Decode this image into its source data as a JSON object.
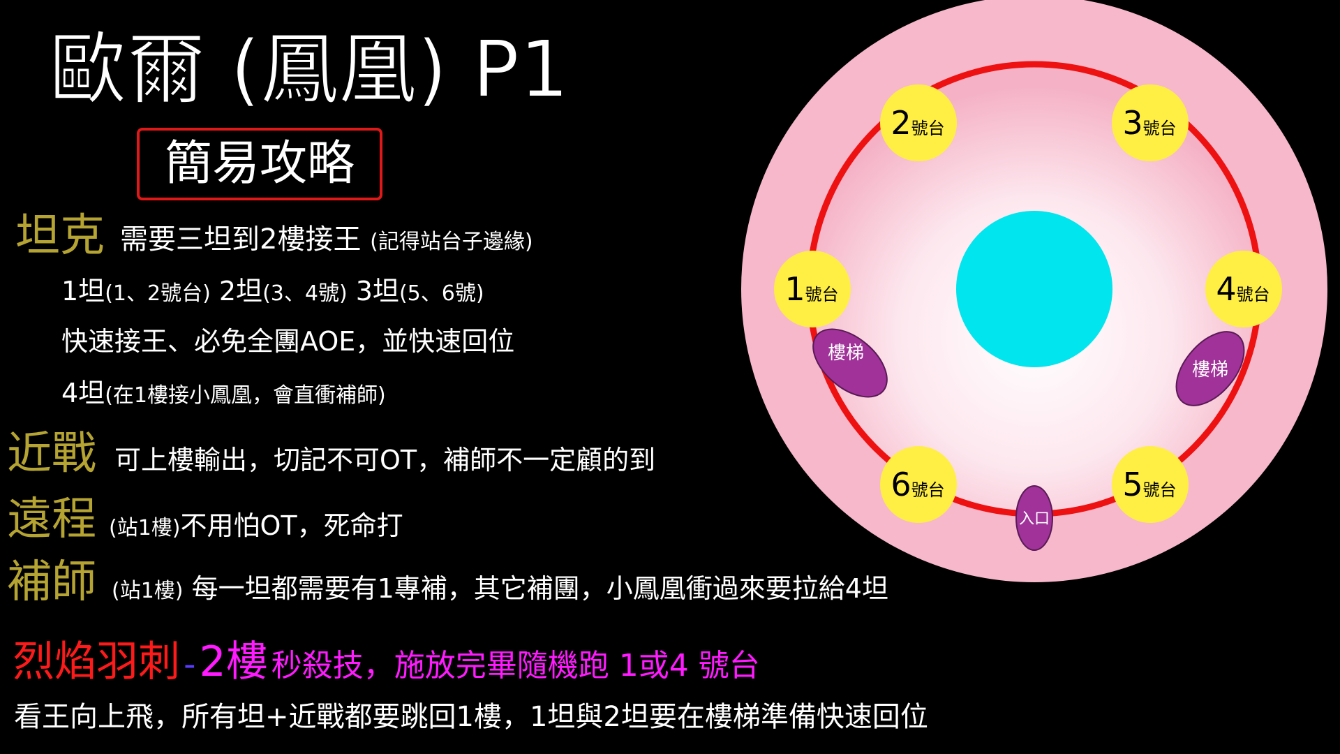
{
  "title": "歐爾 (鳳凰) P1",
  "subtitle": "簡易攻略",
  "tank": {
    "label": "坦克",
    "desc_main": "需要三坦到2樓接王",
    "desc_note": "(記得站台子邊緣)",
    "assign_1": "1坦",
    "assign_1_note": "(1、2號台)",
    "assign_2": "2坦",
    "assign_2_note": "(3、4號)",
    "assign_3": "3坦",
    "assign_3_note": "(5、6號)",
    "line2": "快速接王、必免全團AOE，並快速回位",
    "assign_4": "4坦",
    "assign_4_note": "(在1樓接小鳳凰，會直衝補師)"
  },
  "melee": {
    "label": "近戰",
    "desc": "可上樓輸出，切記不可OT，補師不一定顧的到"
  },
  "ranged": {
    "label": "遠程",
    "desc_note": "(站1樓)",
    "desc": "不用怕OT，死命打"
  },
  "healer": {
    "label": "補師",
    "desc_note": "(站1樓)",
    "desc": "每一坦都需要有1專補，其它補團，小鳳凰衝過來要拉給4坦"
  },
  "skill": {
    "name": "烈焰羽刺",
    "dash": "-",
    "floor": "2樓",
    "desc": "秒殺技，施放完畢隨機跑 1或4 號台",
    "followup": "看王向上飛，所有坦+近戰都要跳回1樓，1坦與2坦要在樓梯準備快速回位"
  },
  "map": {
    "platforms": [
      {
        "num": "1",
        "suffix": "號台"
      },
      {
        "num": "2",
        "suffix": "號台"
      },
      {
        "num": "3",
        "suffix": "號台"
      },
      {
        "num": "4",
        "suffix": "號台"
      },
      {
        "num": "5",
        "suffix": "號台"
      },
      {
        "num": "6",
        "suffix": "號台"
      }
    ],
    "stairs_left": "樓梯",
    "stairs_right": "樓梯",
    "entrance": "入口"
  },
  "colors": {
    "role_label": "#b6a432",
    "skill_name": "#ff1a1a",
    "skill_floor": "#ff1aff",
    "arena_outer": "#f7b8cc",
    "ring": "#ee1111",
    "platform": "#ffee44",
    "center": "#00e5ee",
    "stairs": "#a0329a"
  }
}
